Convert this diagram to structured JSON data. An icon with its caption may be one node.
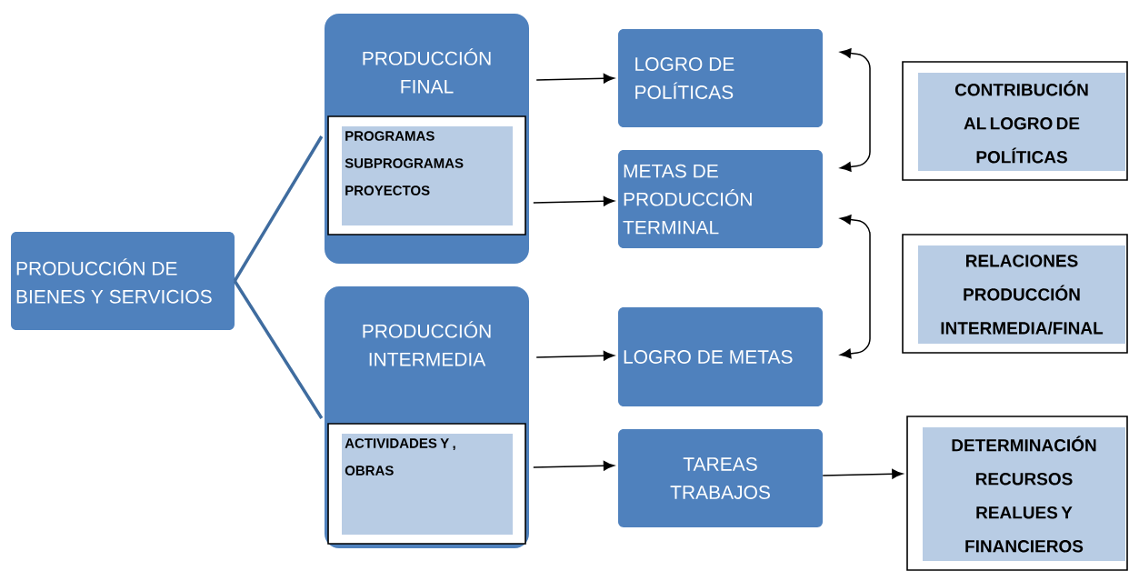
{
  "diagram": {
    "nodes": [
      {
        "text": [
          "PRODUCCIÓN DE BIENES Y SERVICIOS"
        ]
      },
      {
        "text": [
          "PRODUCCIÓN FINAL"
        ]
      },
      {
        "text": [
          "PROGRAMAS SUBPROGRAMAS PROYECTOS"
        ],
        "in": 1
      },
      {
        "text": [
          "PRODUCCIÓN INTERMEDIA"
        ]
      },
      {
        "text": [
          "ACTIVIDADES Y , OBRAS"
        ],
        "in": 3
      },
      {
        "text": [
          "LOGRO DE POLÍTICAS"
        ]
      },
      {
        "text": [
          "METAS DE PRODUCCIÓN TERMINAL"
        ]
      },
      {
        "text": [
          "LOGRO DE METAS"
        ]
      },
      {
        "text": [
          "TAREAS TRABAJOS"
        ]
      },
      {
        "text": [
          "CONTRIBUCIÓN AL LOGRO DE POLÍTICAS"
        ]
      },
      {
        "text": [
          "RELACIONES PRODUCCIÓN INTERMEDIA/FINAL"
        ]
      },
      {
        "text": [
          "DETERMINACIÓN RECURSOS REALUES Y FINANCIEROS"
        ]
      }
    ],
    "edges": [
      {
        "from": 0,
        "to": 1,
        "arrow": "none",
        "style": "thick",
        "color": "#3f6c9f"
      },
      {
        "from": 0,
        "to": 3,
        "arrow": "none",
        "style": "thick",
        "color": "#3f6c9f"
      },
      {
        "from": 1,
        "to": 5,
        "arrow": "to"
      },
      {
        "from": 2,
        "to": 6,
        "arrow": "to"
      },
      {
        "from": 3,
        "to": 7,
        "arrow": "to"
      },
      {
        "from": 4,
        "to": 8,
        "arrow": "to"
      },
      {
        "from": 5,
        "to": 6,
        "arrow": "both"
      },
      {
        "from": 6,
        "to": 7,
        "arrow": "both"
      },
      {
        "from": 8,
        "to": 11,
        "arrow": "to"
      }
    ]
  }
}
